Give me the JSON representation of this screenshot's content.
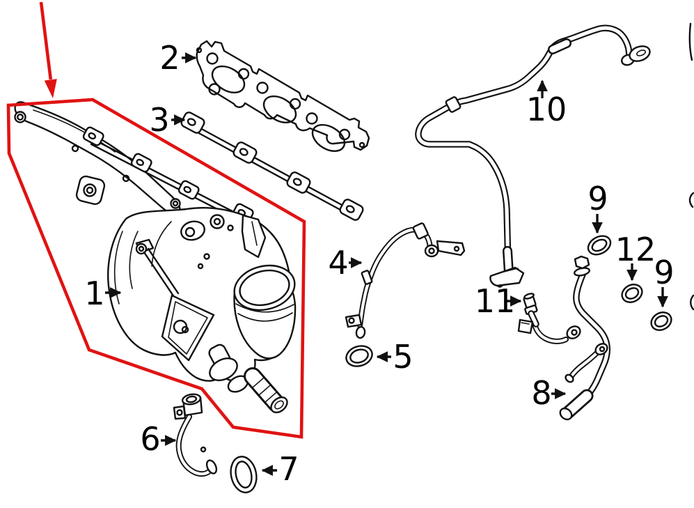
{
  "figure": {
    "type": "exploded-parts-diagram",
    "background": "#ffffff"
  },
  "colors": {
    "ink": "#111111",
    "highlight": "#e01313",
    "background": "#ffffff"
  },
  "callouts": {
    "1": {
      "label": "1",
      "arrow": "right"
    },
    "2": {
      "label": "2",
      "arrow": "right"
    },
    "3": {
      "label": "3",
      "arrow": "right"
    },
    "4": {
      "label": "4",
      "arrow": "right"
    },
    "5": {
      "label": "5",
      "arrow": "left"
    },
    "6": {
      "label": "6",
      "arrow": "right"
    },
    "7": {
      "label": "7",
      "arrow": "left"
    },
    "8": {
      "label": "8",
      "arrow": "right"
    },
    "9a": {
      "label": "9",
      "arrow": "down"
    },
    "9b": {
      "label": "9",
      "arrow": "down"
    },
    "10": {
      "label": "10",
      "arrow": "up"
    },
    "11": {
      "label": "11",
      "arrow": "right"
    },
    "12": {
      "label": "12",
      "arrow": "down"
    }
  },
  "highlight": {
    "outlined_callout": "1",
    "color": "#e01313"
  }
}
